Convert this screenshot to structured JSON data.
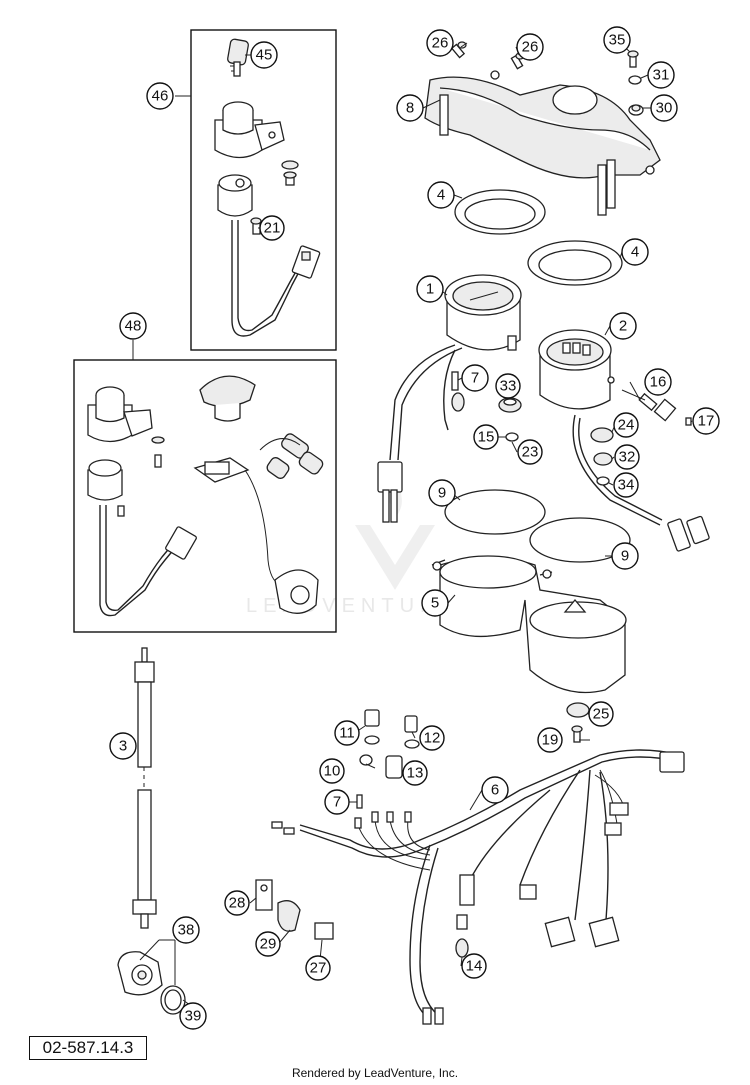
{
  "callouts": {
    "c1": "1",
    "c2": "2",
    "c3": "3",
    "c4a": "4",
    "c4b": "4",
    "c5": "5",
    "c6": "6",
    "c7a": "7",
    "c7b": "7",
    "c8": "8",
    "c9a": "9",
    "c9b": "9",
    "c10": "10",
    "c11": "11",
    "c12": "12",
    "c13": "13",
    "c14": "14",
    "c15": "15",
    "c16": "16",
    "c17": "17",
    "c19": "19",
    "c21": "21",
    "c23": "23",
    "c24": "24",
    "c25": "25",
    "c26a": "26",
    "c26b": "26",
    "c27": "27",
    "c28": "28",
    "c29": "29",
    "c30": "30",
    "c31": "31",
    "c32": "32",
    "c33": "33",
    "c34": "34",
    "c35": "35",
    "c38": "38",
    "c39": "39",
    "c45": "45",
    "c46": "46",
    "c48": "48"
  },
  "watermark": "LEADVENTURE",
  "reference_code": "02-587.14.3",
  "footer_text": "Rendered by LeadVenture, Inc."
}
